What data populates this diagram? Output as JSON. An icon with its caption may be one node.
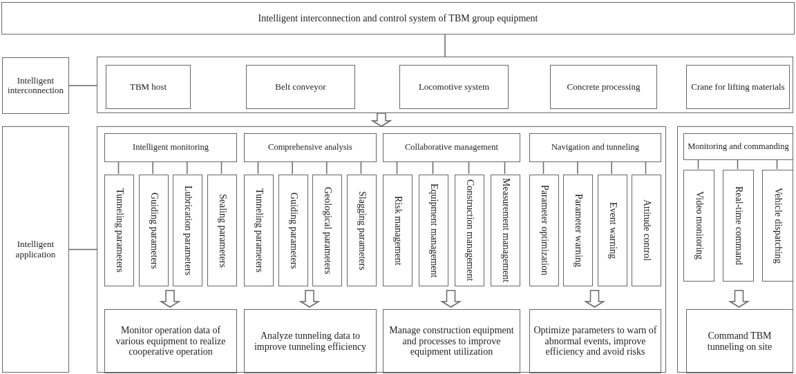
{
  "diagram": {
    "nodes": [
      {
        "text": [
          "Intelligent interconnection and control system of TBM group equipment"
        ]
      },
      {
        "text": [
          "Intelligent interconnection"
        ]
      },
      {
        "text": [],
        "shape": "box"
      },
      {
        "text": [
          "TBM host"
        ],
        "in": 2
      },
      {
        "text": [
          "Belt conveyor"
        ],
        "in": 2
      },
      {
        "text": [
          "Locomotive system"
        ],
        "in": 2
      },
      {
        "text": [
          "Concrete processing"
        ],
        "in": 2
      },
      {
        "text": [
          "Crane for lifting materials"
        ],
        "in": 2
      },
      {
        "text": [
          "Intelligent application"
        ]
      },
      {
        "text": [],
        "shape": "box"
      },
      {
        "text": [],
        "shape": "box"
      },
      {
        "text": [
          "Intelligent monitoring"
        ],
        "in": 9
      },
      {
        "text": [
          "Tunneling parameters"
        ],
        "in": 9
      },
      {
        "text": [
          "Guiding parameters"
        ],
        "in": 9
      },
      {
        "text": [
          "Lubrication parameters"
        ],
        "in": 9
      },
      {
        "text": [
          "Sealing parameters"
        ],
        "in": 9
      },
      {
        "text": [
          "Monitor operation data of various equipment to realize cooperative operation"
        ],
        "in": 9
      },
      {
        "text": [
          "Comprehensive analysis"
        ],
        "in": 9
      },
      {
        "text": [
          "Tunneling parameters"
        ],
        "in": 9
      },
      {
        "text": [
          "Guiding parameters"
        ],
        "in": 9
      },
      {
        "text": [
          "Geological parameters"
        ],
        "in": 9
      },
      {
        "text": [
          "Slagging parameters"
        ],
        "in": 9
      },
      {
        "text": [
          "Analyze tunneling data to improve tunneling efficiency"
        ],
        "in": 9
      },
      {
        "text": [
          "Collaborative management"
        ],
        "in": 9
      },
      {
        "text": [
          "Risk management"
        ],
        "in": 9
      },
      {
        "text": [
          "Equipment management"
        ],
        "in": 9
      },
      {
        "text": [
          "Construction management"
        ],
        "in": 9
      },
      {
        "text": [
          "Measurement management"
        ],
        "in": 9
      },
      {
        "text": [
          "Manage construction equipment and processes to improve equipment utilization"
        ],
        "in": 9
      },
      {
        "text": [
          "Navigation and tunneling"
        ],
        "in": 9
      },
      {
        "text": [
          "Parameter optimization"
        ],
        "in": 9
      },
      {
        "text": [
          "Parameter warning"
        ],
        "in": 9
      },
      {
        "text": [
          "Event warning"
        ],
        "in": 9
      },
      {
        "text": [
          "Attitude control"
        ],
        "in": 9
      },
      {
        "text": [
          "Optimize parameters to warn of abnormal events, improve efficiency and avoid risks"
        ],
        "in": 9
      },
      {
        "text": [
          "Monitoring and commanding"
        ],
        "in": 10
      },
      {
        "text": [
          "Video monitoring"
        ],
        "in": 10
      },
      {
        "text": [
          "Real-time command"
        ],
        "in": 10
      },
      {
        "text": [
          "Vehicle dispatching"
        ],
        "in": 10
      },
      {
        "text": [
          "Command TBM tunneling on site"
        ],
        "in": 10
      }
    ],
    "edges": [
      {
        "from": 0,
        "to": 2,
        "arrow": "none"
      },
      {
        "from": 1,
        "to": 2,
        "arrow": "none"
      },
      {
        "from": 2,
        "to": 9,
        "arrow": "to"
      },
      {
        "from": 8,
        "to": 9,
        "arrow": "none"
      },
      {
        "from": 11,
        "to": 12,
        "arrow": "none"
      },
      {
        "from": 11,
        "to": 13,
        "arrow": "none"
      },
      {
        "from": 11,
        "to": 14,
        "arrow": "none"
      },
      {
        "from": 11,
        "to": 15,
        "arrow": "none"
      },
      {
        "from": null,
        "to": 16,
        "arrow": "to"
      },
      {
        "from": 17,
        "to": 18,
        "arrow": "none"
      },
      {
        "from": 17,
        "to": 19,
        "arrow": "none"
      },
      {
        "from": 17,
        "to": 20,
        "arrow": "none"
      },
      {
        "from": 17,
        "to": 21,
        "arrow": "none"
      },
      {
        "from": null,
        "to": 22,
        "arrow": "to"
      },
      {
        "from": 23,
        "to": 24,
        "arrow": "none"
      },
      {
        "from": 23,
        "to": 25,
        "arrow": "none"
      },
      {
        "from": 23,
        "to": 26,
        "arrow": "none"
      },
      {
        "from": 23,
        "to": 27,
        "arrow": "none"
      },
      {
        "from": null,
        "to": 28,
        "arrow": "to"
      },
      {
        "from": 29,
        "to": 30,
        "arrow": "none"
      },
      {
        "from": 29,
        "to": 31,
        "arrow": "none"
      },
      {
        "from": 29,
        "to": 32,
        "arrow": "none"
      },
      {
        "from": 29,
        "to": 33,
        "arrow": "none"
      },
      {
        "from": null,
        "to": 34,
        "arrow": "to"
      },
      {
        "from": 35,
        "to": 36,
        "arrow": "none"
      },
      {
        "from": 35,
        "to": 37,
        "arrow": "none"
      },
      {
        "from": 35,
        "to": 38,
        "arrow": "none"
      },
      {
        "from": null,
        "to": 39,
        "arrow": "to"
      }
    ]
  }
}
